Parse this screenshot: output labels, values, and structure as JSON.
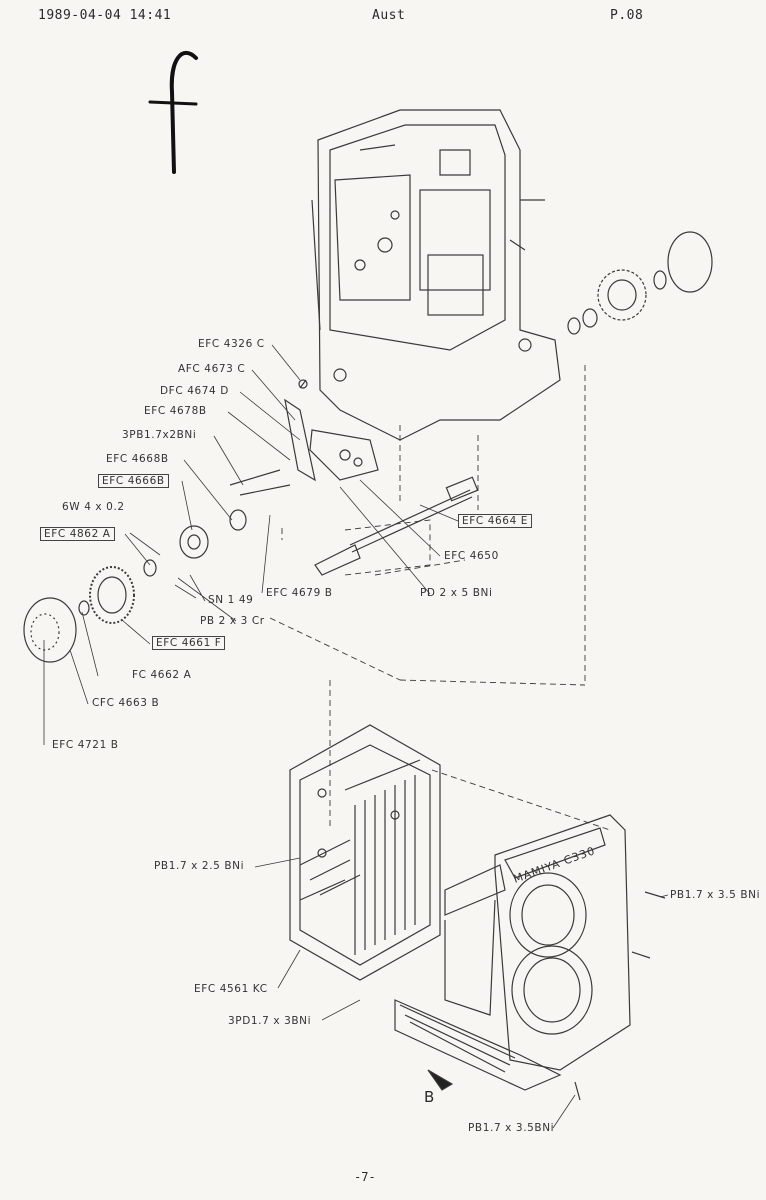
{
  "header": {
    "timestamp": "1989-04-04  14:41",
    "sender": "Aust",
    "page": "P.08"
  },
  "handwritten_mark": "f",
  "camera_brand": "MAMIYA C330",
  "view_arrow_label": "B",
  "footer": {
    "page_number": "-7-"
  },
  "labels": [
    {
      "id": "efc4326c",
      "text": "EFC 4326 C",
      "boxed": false
    },
    {
      "id": "afc4673c",
      "text": "AFC 4673 C",
      "boxed": false
    },
    {
      "id": "dfc4674d",
      "text": "DFC 4674 D",
      "boxed": false
    },
    {
      "id": "efc4678b",
      "text": "EFC 4678B",
      "boxed": false
    },
    {
      "id": "3pb17x2bni",
      "text": "3PB1.7x2BNi",
      "boxed": false
    },
    {
      "id": "efc4668b",
      "text": "EFC 4668B",
      "boxed": false
    },
    {
      "id": "efc4666b",
      "text": "EFC 4666B",
      "boxed": true
    },
    {
      "id": "6w4x02",
      "text": "6W 4 x 0.2",
      "boxed": false
    },
    {
      "id": "efc4862a",
      "text": "EFC 4862 A",
      "boxed": true
    },
    {
      "id": "efc4664e",
      "text": "EFC 4664 E",
      "boxed": true
    },
    {
      "id": "efc4650",
      "text": "EFC 4650",
      "boxed": false
    },
    {
      "id": "sn149",
      "text": "SN 1 49",
      "boxed": false
    },
    {
      "id": "efc4679b",
      "text": "EFC 4679 B",
      "boxed": false
    },
    {
      "id": "pd2x5bni",
      "text": "PD 2 x 5 BNi",
      "boxed": false
    },
    {
      "id": "pb2x3cr",
      "text": "PB 2 x 3 Cr",
      "boxed": false
    },
    {
      "id": "efc4661f",
      "text": "EFC 4661 F",
      "boxed": true
    },
    {
      "id": "fc4662a",
      "text": "FC 4662 A",
      "boxed": false
    },
    {
      "id": "cfc4663b",
      "text": "CFC 4663 B",
      "boxed": false
    },
    {
      "id": "efc4721b",
      "text": "EFC 4721 B",
      "boxed": false
    },
    {
      "id": "pb17x25bni",
      "text": "PB1.7 x 2.5 BNi",
      "boxed": false
    },
    {
      "id": "pb17x35bni_r",
      "text": "PB1.7 x 3.5 BNi",
      "boxed": false
    },
    {
      "id": "efc4561kc",
      "text": "EFC 4561 KC",
      "boxed": false
    },
    {
      "id": "3pd17x3bni",
      "text": "3PD1.7 x 3BNi",
      "boxed": false
    },
    {
      "id": "pb17x35bni_b",
      "text": "PB1.7 x 3.5BNi",
      "boxed": false
    }
  ]
}
